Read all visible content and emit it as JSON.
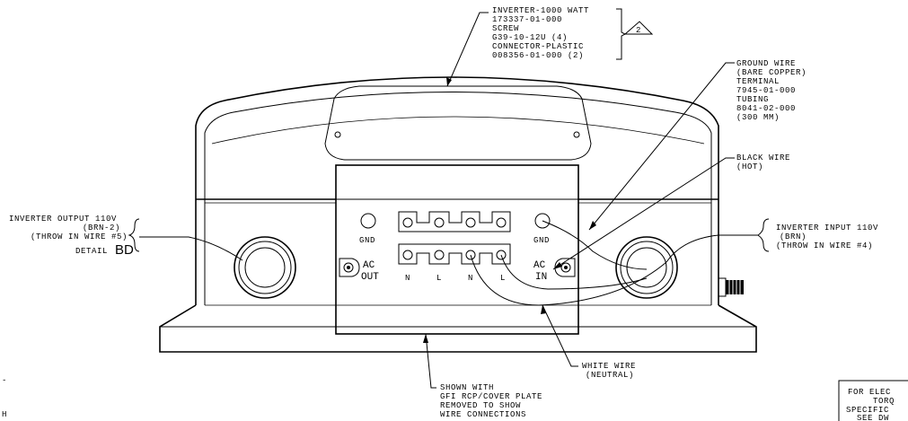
{
  "callouts": {
    "top": [
      "INVERTER-1000 WATT",
      "173337-01-000",
      "SCREW",
      "G39-10-12U (4)",
      "CONNECTOR-PLASTIC",
      "008356-01-000 (2)"
    ],
    "revision": "2",
    "ground": [
      "GROUND WIRE",
      "(BARE COPPER)",
      "TERMINAL",
      "7945-01-000",
      "TUBING",
      "8041-02-000",
      "(300 MM)"
    ],
    "black_wire": [
      "BLACK WIRE",
      "(HOT)"
    ],
    "output": [
      "INVERTER OUTPUT 110V",
      "(BRN-2)",
      "(THROW IN WIRE #5)"
    ],
    "detail_prefix": "DETAIL",
    "detail_id": "BD",
    "input": [
      "INVERTER INPUT 110V",
      "(BRN)",
      "(THROW IN WIRE #4)"
    ],
    "white_wire": [
      "WHITE WIRE",
      "(NEUTRAL)"
    ],
    "shown_with": [
      "SHOWN WITH",
      "GFI RCP/COVER PLATE",
      "REMOVED TO SHOW",
      "WIRE CONNECTIONS"
    ],
    "corner_note": [
      "FOR ELEC",
      "TORQ",
      "SPECIFIC",
      "SEE DW"
    ]
  },
  "panel": {
    "gnd_left": "GND",
    "gnd_right": "GND",
    "ac_out": [
      "AC",
      "OUT"
    ],
    "ac_in": [
      "AC",
      "IN"
    ],
    "terminal_labels": [
      "N",
      "L",
      "N",
      "L"
    ]
  },
  "edge_fragments": [
    "-",
    "H"
  ]
}
